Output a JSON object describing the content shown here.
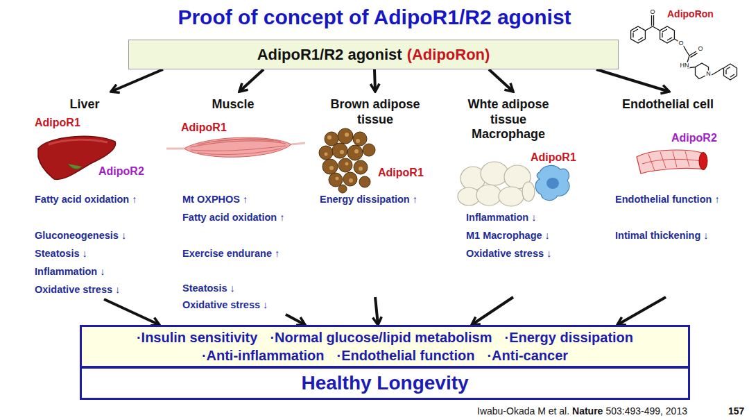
{
  "diagram": {
    "title": "Proof of concept of AdipoR1/R2 agonist",
    "nodes": [
      {
        "text": [
          "AdipoR1/R2 agonist",
          "(AdipoRon)"
        ]
      },
      {
        "text": [
          "Liver",
          "AdipoR1",
          "AdipoR2",
          "Fatty acid oxidation ↑",
          "Gluconeogenesis ↓",
          "Steatosis ↓",
          "Inflammation ↓",
          "Oxidative stress ↓"
        ]
      },
      {
        "text": [
          "Muscle",
          "AdipoR1",
          "Mt OXPHOS ↑",
          "Fatty acid oxidation ↑",
          "Exercise endurane ↑",
          "Steatosis ↓",
          "Oxidative stress ↓"
        ]
      },
      {
        "text": [
          "Brown adipose tissue",
          "AdipoR1",
          "Energy dissipation ↑"
        ]
      },
      {
        "text": [
          "Whte adipose tissue Macrophage",
          "AdipoR1",
          "Inflammation ↓",
          "M1 Macrophage ↓",
          "Oxidative stress ↓"
        ]
      },
      {
        "text": [
          "Endothelial cell",
          "AdipoR2",
          "Endothelial function ↑",
          "Intimal thickening ↓"
        ]
      },
      {
        "text": [
          "·Insulin sensitivity",
          "·Normal glucose/lipid metabolism",
          "·Energy dissipation",
          "·Anti-inflammation",
          "·Endothelial function",
          "·Anti-cancer"
        ]
      },
      {
        "text": [
          "Healthy Longevity"
        ]
      }
    ],
    "edges": [
      {
        "from": 0,
        "to": 1,
        "arrow": "to"
      },
      {
        "from": 0,
        "to": 2,
        "arrow": "to"
      },
      {
        "from": 0,
        "to": 3,
        "arrow": "to"
      },
      {
        "from": 0,
        "to": 4,
        "arrow": "to"
      },
      {
        "from": 0,
        "to": 5,
        "arrow": "to"
      },
      {
        "from": 1,
        "to": 6,
        "arrow": "to"
      },
      {
        "from": 2,
        "to": 6,
        "arrow": "to"
      },
      {
        "from": 3,
        "to": 6,
        "arrow": "to"
      },
      {
        "from": 4,
        "to": 6,
        "arrow": "to"
      },
      {
        "from": 5,
        "to": 6,
        "arrow": "to"
      }
    ],
    "labels": [
      "AdipoRon",
      "O",
      "O",
      "O",
      "HN",
      "N",
      "Iwabu-Okada M et al.",
      "Nature",
      "503:493-499, 2013",
      "157"
    ]
  }
}
